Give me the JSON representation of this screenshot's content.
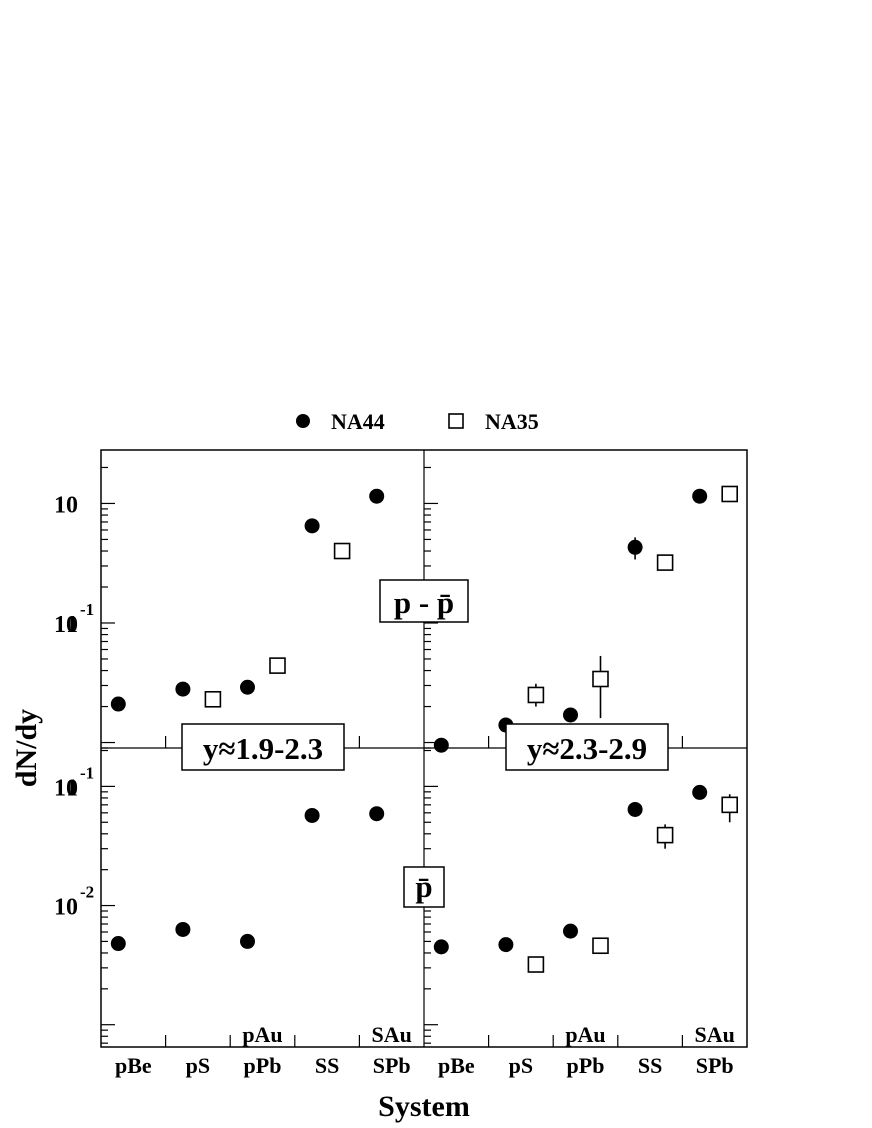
{
  "chart_data": {
    "type": "scatter",
    "layout": "2x2 panels, log-scale y",
    "ylabel": "dN/dy",
    "xlabel": "System",
    "y_scale": "log",
    "legend": {
      "placement": "top-center",
      "entries": [
        {
          "name": "NA44",
          "marker": "filled-circle"
        },
        {
          "name": "NA35",
          "marker": "open-square"
        }
      ]
    },
    "categories": [
      "pBe",
      "pS",
      "pPb",
      "SS",
      "SPb"
    ],
    "category_alt_labels": {
      "pPb": "pAu",
      "SPb": "SAu"
    },
    "y_tick_labels": {
      "top": [
        {
          "mantissa": "10",
          "exp": "-1"
        },
        {
          "mantissa": "1",
          "exp": ""
        },
        {
          "mantissa": "10",
          "exp": ""
        }
      ],
      "bottom": [
        {
          "mantissa": "10",
          "exp": "-2"
        },
        {
          "mantissa": "10",
          "exp": "-1"
        },
        {
          "mantissa": "1",
          "exp": ""
        }
      ]
    },
    "row_labels": {
      "top": "p - p̄",
      "bottom": "p̄"
    },
    "column_labels": {
      "left": "y≈1.9-2.3",
      "right": "y≈2.3-2.9"
    },
    "panels": [
      {
        "row": "top",
        "col": "left",
        "ylim": [
          0.09,
          28
        ],
        "series": [
          {
            "name": "NA44",
            "points": [
              {
                "x": "pBe",
                "y": 0.21
              },
              {
                "x": "pS",
                "y": 0.28
              },
              {
                "x": "pPb",
                "y": 0.29
              },
              {
                "x": "SS",
                "y": 6.5
              },
              {
                "x": "SPb",
                "y": 11.5
              }
            ]
          },
          {
            "name": "NA35",
            "points": [
              {
                "x": "pS",
                "y": 0.23
              },
              {
                "x": "pPb",
                "y": 0.44
              },
              {
                "x": "SS",
                "y": 4.0
              }
            ]
          }
        ]
      },
      {
        "row": "top",
        "col": "right",
        "ylim": [
          0.09,
          28
        ],
        "series": [
          {
            "name": "NA44",
            "points": [
              {
                "x": "pBe",
                "y": 0.095
              },
              {
                "x": "pS",
                "y": 0.14
              },
              {
                "x": "pPb",
                "y": 0.17
              },
              {
                "x": "SS",
                "y": 4.3,
                "err": [
                  3.4,
                  5.2
                ]
              },
              {
                "x": "SPb",
                "y": 11.5
              }
            ]
          },
          {
            "name": "NA35",
            "points": [
              {
                "x": "pS",
                "y": 0.25,
                "err": [
                  0.2,
                  0.31
                ]
              },
              {
                "x": "pPb",
                "y": 0.34,
                "err": [
                  0.16,
                  0.53
                ]
              },
              {
                "x": "SS",
                "y": 3.2
              },
              {
                "x": "SPb",
                "y": 12
              }
            ]
          }
        ]
      },
      {
        "row": "bottom",
        "col": "left",
        "ylim": [
          0.0065,
          2.1
        ],
        "series": [
          {
            "name": "NA44",
            "points": [
              {
                "x": "pBe",
                "y": 0.048
              },
              {
                "x": "pS",
                "y": 0.063
              },
              {
                "x": "pPb",
                "y": 0.05
              },
              {
                "x": "SS",
                "y": 0.57
              },
              {
                "x": "SPb",
                "y": 0.59
              }
            ]
          },
          {
            "name": "NA35",
            "points": []
          }
        ]
      },
      {
        "row": "bottom",
        "col": "right",
        "ylim": [
          0.0065,
          2.1
        ],
        "series": [
          {
            "name": "NA44",
            "points": [
              {
                "x": "pBe",
                "y": 0.045
              },
              {
                "x": "pS",
                "y": 0.047
              },
              {
                "x": "pPb",
                "y": 0.061
              },
              {
                "x": "SS",
                "y": 0.64
              },
              {
                "x": "SPb",
                "y": 0.89
              }
            ]
          },
          {
            "name": "NA35",
            "points": [
              {
                "x": "pS",
                "y": 0.032
              },
              {
                "x": "pPb",
                "y": 0.046
              },
              {
                "x": "SS",
                "y": 0.39,
                "err": [
                  0.3,
                  0.48
                ]
              },
              {
                "x": "SPb",
                "y": 0.7,
                "err": [
                  0.5,
                  0.86
                ]
              }
            ]
          }
        ]
      }
    ]
  }
}
